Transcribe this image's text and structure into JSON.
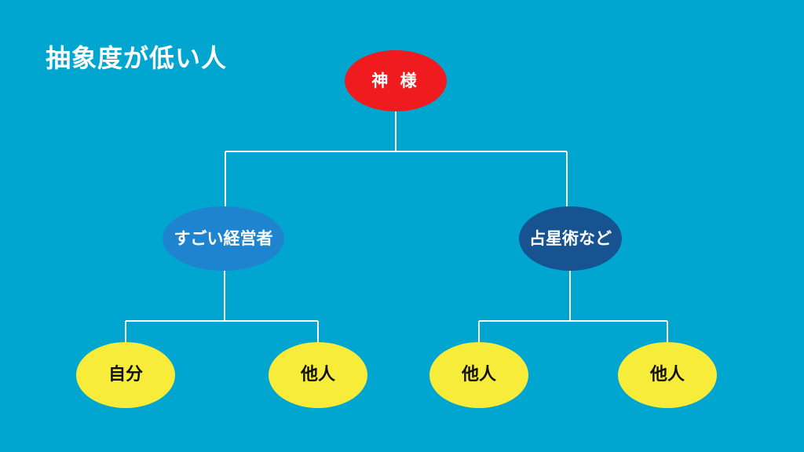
{
  "title": "抽象度が低い人",
  "nodes": {
    "root": "神 様",
    "executive": "すごい経営者",
    "astrology": "占星術など",
    "leaves": [
      "自分",
      "他人",
      "他人",
      "他人"
    ]
  },
  "colors": {
    "background": "#00a6cf",
    "root": "#f01b1f",
    "executive": "#1e84cf",
    "astrology": "#175391",
    "leaf": "#f7ec39",
    "connector": "#ffffff"
  }
}
